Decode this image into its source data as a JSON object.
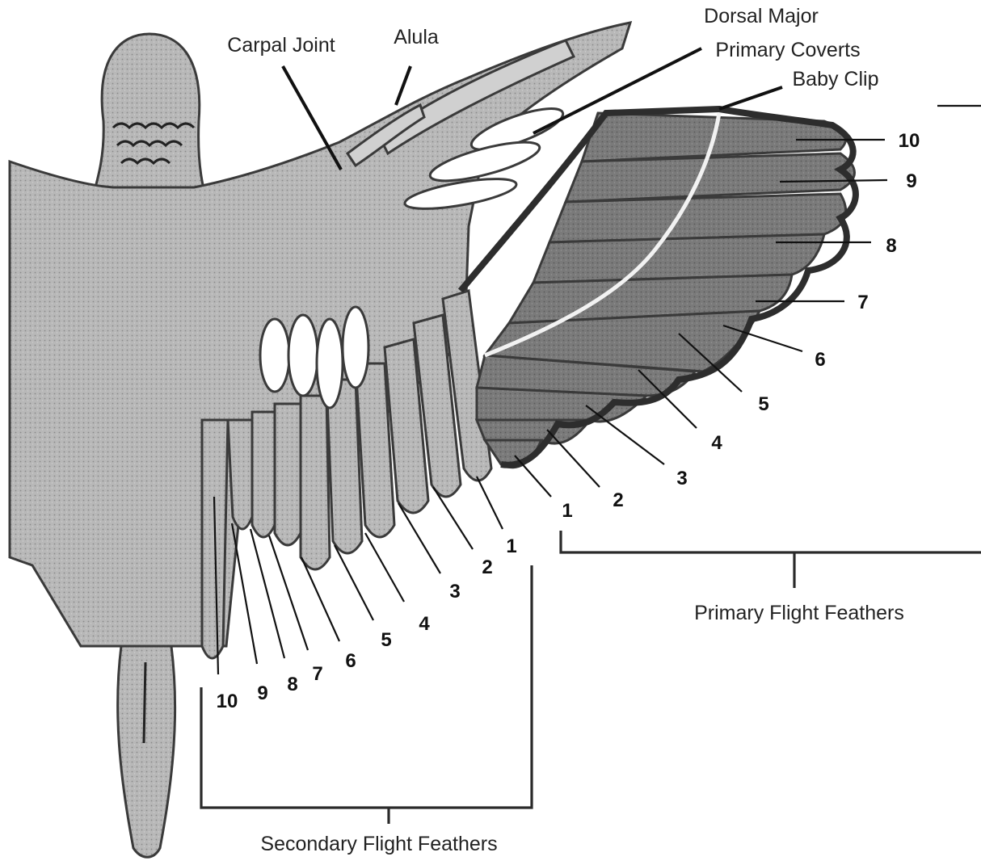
{
  "colors": {
    "background": "#ffffff",
    "feather_light": "#b5b5b5",
    "feather_mid": "#8f8f8f",
    "feather_dark": "#6e6e6e",
    "outline": "#3a3a3a",
    "clip_line": "#f2f2f2",
    "text": "#222222"
  },
  "labels": {
    "carpal_joint": "Carpal Joint",
    "alula": "Alula",
    "dorsal_major_line1": "Dorsal Major",
    "dorsal_major_line2": "Primary Coverts",
    "baby_clip": "Baby Clip",
    "primary_group": "Primary Flight Feathers",
    "secondary_group": "Secondary Flight Feathers"
  },
  "primary_numbers": [
    "10",
    "9",
    "8",
    "7",
    "6",
    "5",
    "4",
    "3",
    "2",
    "1"
  ],
  "secondary_numbers": [
    "1",
    "2",
    "3",
    "4",
    "5",
    "6",
    "7",
    "8",
    "9",
    "10"
  ]
}
